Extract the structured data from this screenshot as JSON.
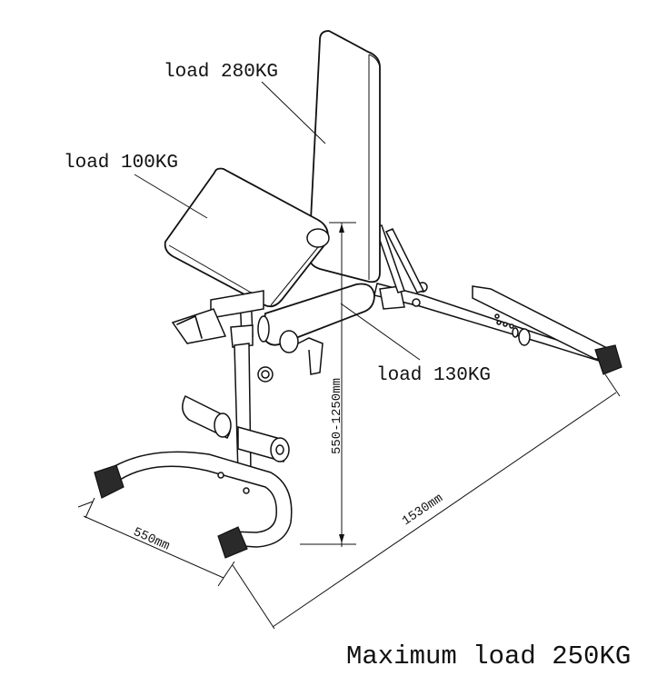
{
  "labels": {
    "backrest_load": "load 280KG",
    "arm_pad_load": "load 100KG",
    "seat_load": "load 130KG",
    "height_dim": "550-1250mm",
    "length_dim": "1530mm",
    "width_dim": "550mm",
    "max_load": "Maximum load 250KG"
  }
}
